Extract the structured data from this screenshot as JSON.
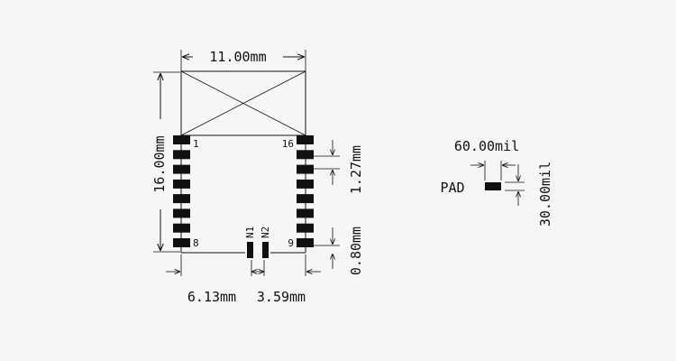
{
  "colors": {
    "background": "#f6f6f6",
    "ink": "#111111"
  },
  "module": {
    "width_label": "11.00mm",
    "height_label": "16.00mm",
    "pitch_label": "1.27mm",
    "bottom_gap_label": "0.80mm",
    "left_offset_label": "6.13mm",
    "center_gap_label": "3.59mm",
    "pin_labels": {
      "top_left": "1",
      "top_right": "16",
      "bottom_left": "8",
      "bottom_right": "9"
    },
    "center_pad_labels": [
      "N1",
      "N2"
    ],
    "pads_per_side": 8
  },
  "pad_spec": {
    "name": "PAD",
    "width_label": "60.00mil",
    "height_label": "30.00mil"
  }
}
